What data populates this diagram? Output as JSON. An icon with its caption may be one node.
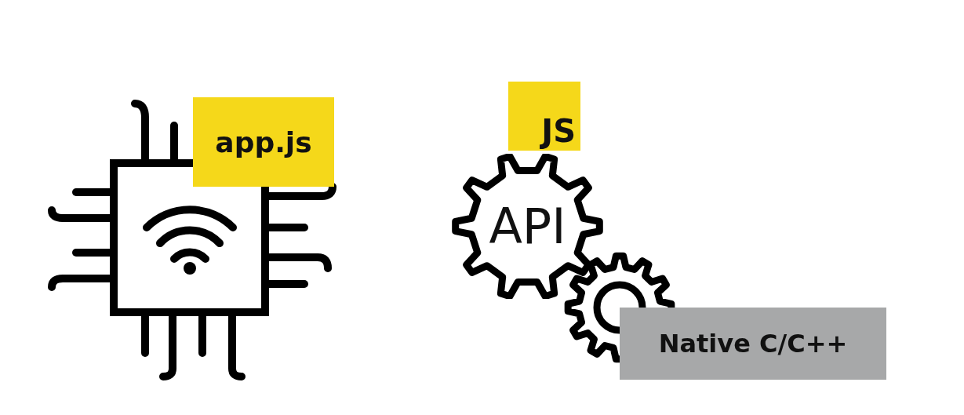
{
  "diagram": {
    "nodes": [
      {
        "text": [
          "app.js"
        ]
      },
      {
        "text": [
          "JS"
        ]
      },
      {
        "text": [
          "API"
        ]
      },
      {
        "text": [
          "Native C/C++"
        ]
      }
    ]
  }
}
